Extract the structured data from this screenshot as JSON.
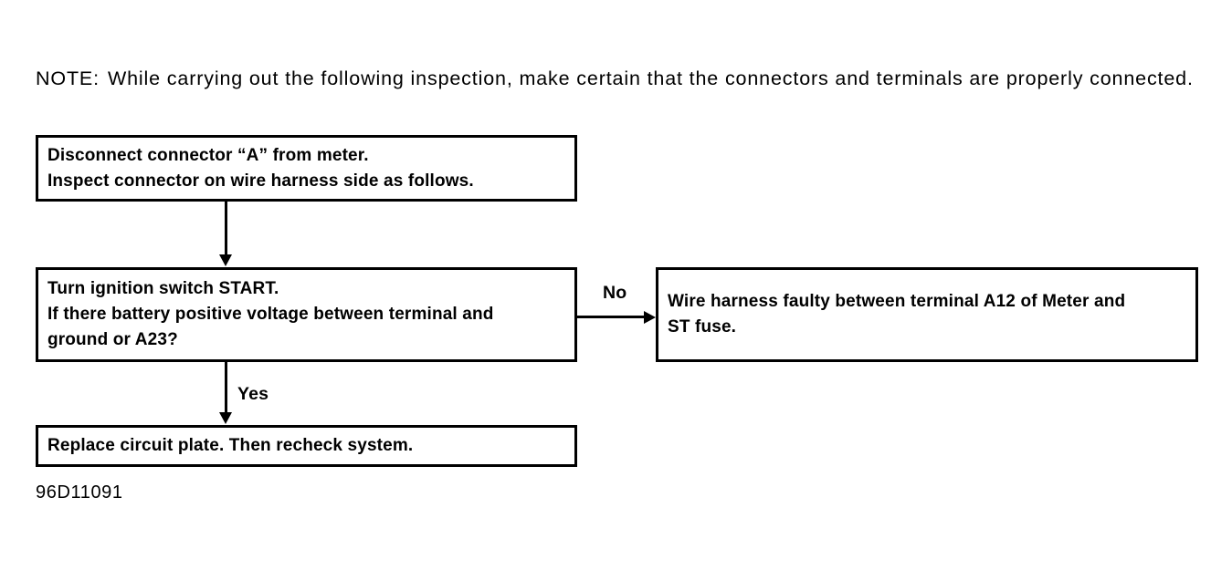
{
  "note": {
    "label": "NOTE:",
    "text": "While carrying out the following inspection, make certain that the connectors and terminals are properly connected."
  },
  "diagram": {
    "type": "flowchart",
    "orientation": "top-down-with-right-branch",
    "boxes": [
      {
        "id": "disconnect",
        "lines": [
          "Disconnect connector “A” from meter.",
          "Inspect connector on wire harness side as follows."
        ]
      },
      {
        "id": "ignition",
        "lines": [
          "Turn ignition switch START.",
          "If there battery positive voltage between terminal and",
          "ground or A23?"
        ]
      },
      {
        "id": "faulty",
        "lines": [
          "Wire harness faulty between terminal A12 of Meter and",
          "ST fuse."
        ]
      },
      {
        "id": "replace",
        "lines": [
          "Replace circuit plate. Then recheck system."
        ]
      }
    ],
    "connectors": [
      {
        "id": "disconnect-to-ignition",
        "from": "disconnect",
        "to": "ignition",
        "label": "",
        "direction": "down"
      },
      {
        "id": "ignition-to-replace",
        "from": "ignition",
        "to": "replace",
        "label": "Yes",
        "direction": "down"
      },
      {
        "id": "ignition-to-faulty",
        "from": "ignition",
        "to": "faulty",
        "label": "No",
        "direction": "right"
      }
    ],
    "labels": {
      "yes": "Yes",
      "no": "No"
    }
  },
  "figure_id": "96D11091",
  "colors": {
    "background": "#ffffff",
    "ink": "#000000"
  }
}
